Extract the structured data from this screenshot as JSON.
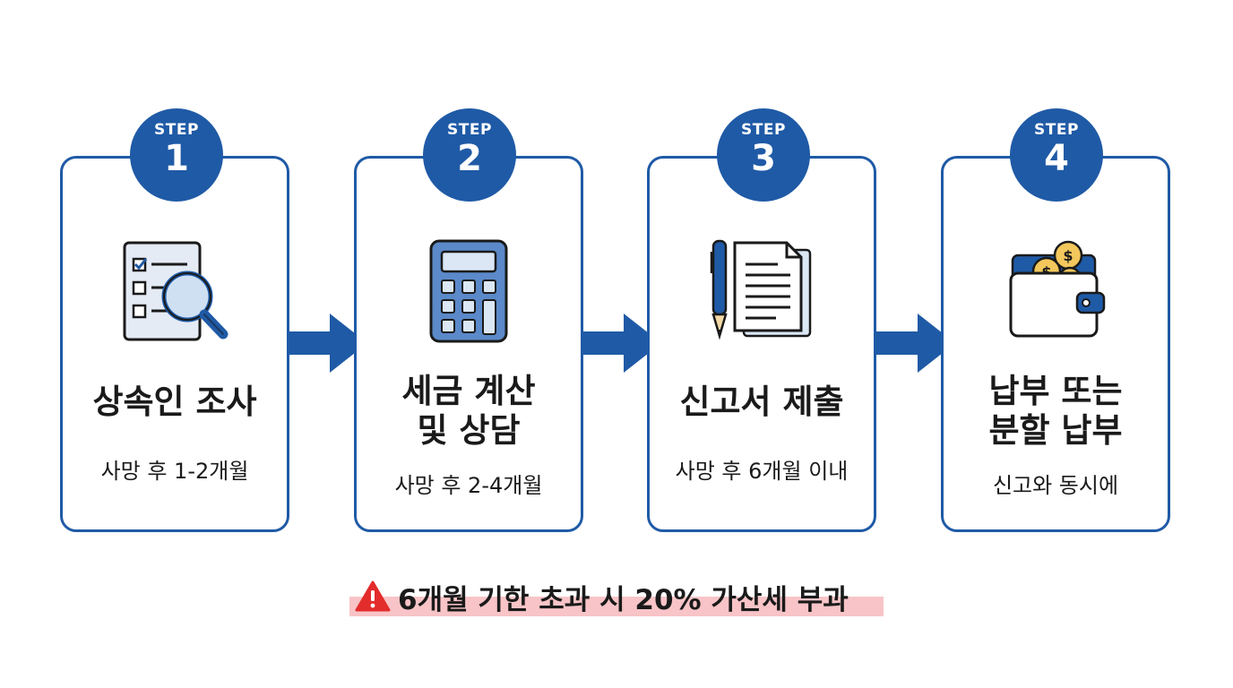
{
  "colors": {
    "primary_blue": "#1f5aa6",
    "warning_red": "#e32c2c",
    "highlight_pink": "#f8c4c7",
    "coin_gold": "#f2c75c"
  },
  "steps": [
    {
      "badge_label": "STEP",
      "number": "1",
      "icon": "checklist-magnifier-icon",
      "title": "상속인 조사",
      "subtitle": "사망 후 1-2개월"
    },
    {
      "badge_label": "STEP",
      "number": "2",
      "icon": "calculator-icon",
      "title": "세금 계산\n및 상담",
      "subtitle": "사망 후 2-4개월"
    },
    {
      "badge_label": "STEP",
      "number": "3",
      "icon": "pen-document-icon",
      "title": "신고서 제출",
      "subtitle": "사망 후 6개월 이내"
    },
    {
      "badge_label": "STEP",
      "number": "4",
      "icon": "wallet-coins-icon",
      "title": "납부 또는\n분할 납부",
      "subtitle": "신고와 동시에"
    }
  ],
  "warning": {
    "icon": "warning-triangle-icon",
    "text": "6개월 기한 초과 시 20% 가산세 부과"
  }
}
